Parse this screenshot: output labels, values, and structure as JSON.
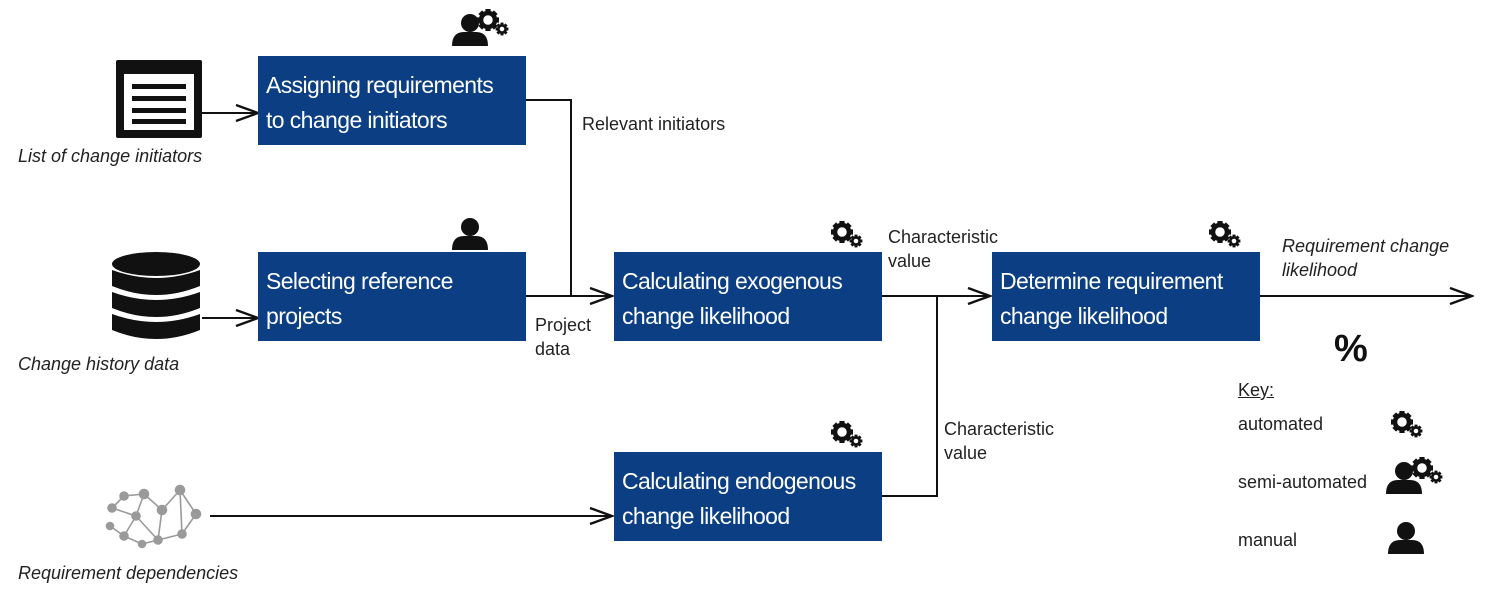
{
  "process_steps": {
    "assign": {
      "line1": "Assigning requirements",
      "line2": "to change initiators",
      "mode": "semi-automated"
    },
    "select": {
      "line1": "Selecting reference",
      "line2": "projects",
      "mode": "manual"
    },
    "exogenous": {
      "line1": "Calculating exogenous",
      "line2": "change likelihood",
      "mode": "automated"
    },
    "endogenous": {
      "line1": "Calculating endogenous",
      "line2": "change likelihood",
      "mode": "automated"
    },
    "determine": {
      "line1": "Determine requirement",
      "line2": "change likelihood",
      "mode": "automated"
    }
  },
  "inputs": {
    "initiators": "List of change initiators",
    "history": "Change history data",
    "dependencies": "Requirement dependencies"
  },
  "flows": {
    "relevant_initiators": "Relevant initiators",
    "project_data_1": "Project",
    "project_data_2": "data",
    "char_value_top_1": "Characteristic",
    "char_value_top_2": "value",
    "char_value_bottom_1": "Characteristic",
    "char_value_bottom_2": "value",
    "output_1": "Requirement change",
    "output_2": "likelihood"
  },
  "percent_symbol": "%",
  "key": {
    "title": "Key:",
    "automated": "automated",
    "semi_automated": "semi-automated",
    "manual": "manual"
  },
  "colors": {
    "box": "#0b3e82",
    "line": "#111111",
    "icon": "#111111"
  }
}
